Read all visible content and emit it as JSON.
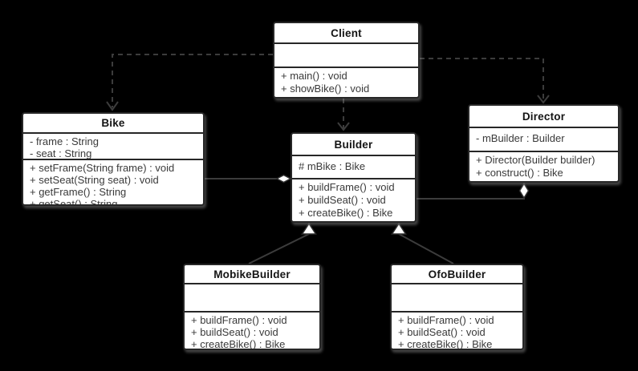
{
  "diagram": {
    "colors": {
      "background": "#000000",
      "box_fill": "#ffffff",
      "box_border": "#272727",
      "wire": "#3c3c3c",
      "text": "#3a3a3a",
      "title_text": "#141414"
    },
    "classes": [
      {
        "name": "Client",
        "attributes": [],
        "methods": [
          "+ main() : void",
          "+ showBike() : void"
        ]
      },
      {
        "name": "Bike",
        "attributes": [
          "- frame : String",
          "- seat : String"
        ],
        "methods": [
          "+ setFrame(String frame) : void",
          "+ setSeat(String seat) : void",
          "+ getFrame() : String",
          "+ getSeat() : String"
        ]
      },
      {
        "name": "Builder",
        "attributes": [
          "# mBike : Bike"
        ],
        "methods": [
          "+ buildFrame() : void",
          "+ buildSeat() : void",
          "+ createBike() : Bike"
        ]
      },
      {
        "name": "Director",
        "attributes": [
          "- mBuilder : Builder"
        ],
        "methods": [
          "+ Director(Builder builder)",
          "+ construct() : Bike"
        ]
      },
      {
        "name": "MobikeBuilder",
        "attributes": [],
        "methods": [
          "+ buildFrame() : void",
          "+ buildSeat() : void",
          "+ createBike() : Bike"
        ]
      },
      {
        "name": "OfoBuilder",
        "attributes": [],
        "methods": [
          "+ buildFrame() : void",
          "+ buildSeat() : void",
          "+ createBike() : Bike"
        ]
      }
    ],
    "relationships": [
      {
        "type": "dependency",
        "from": "Client",
        "to": "Bike"
      },
      {
        "type": "dependency",
        "from": "Client",
        "to": "Builder"
      },
      {
        "type": "dependency",
        "from": "Client",
        "to": "Director"
      },
      {
        "type": "aggregation",
        "whole": "Builder",
        "part": "Bike"
      },
      {
        "type": "aggregation",
        "whole": "Director",
        "part": "Builder"
      },
      {
        "type": "generalization",
        "parent": "Builder",
        "child": "MobikeBuilder"
      },
      {
        "type": "generalization",
        "parent": "Builder",
        "child": "OfoBuilder"
      }
    ]
  }
}
